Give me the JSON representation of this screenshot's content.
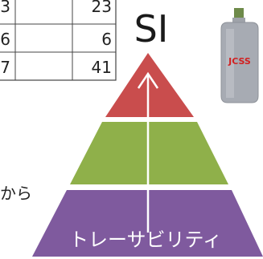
{
  "table": {
    "rows": [
      {
        "left": "3",
        "right": "23"
      },
      {
        "left": "6",
        "right": "6"
      },
      {
        "left": "7",
        "right": "41"
      }
    ]
  },
  "pyramid": {
    "top_label": "SI",
    "base_label": "トレーサビリティ",
    "side_text": "から",
    "colors": {
      "top": "#c94d4d",
      "middle": "#8fb04a",
      "bottom": "#7f5a9e",
      "arrow": "#ffffff"
    }
  },
  "cylinder": {
    "label": "JCSS",
    "label_color": "#d22020",
    "body_color": "#a7abb3"
  }
}
